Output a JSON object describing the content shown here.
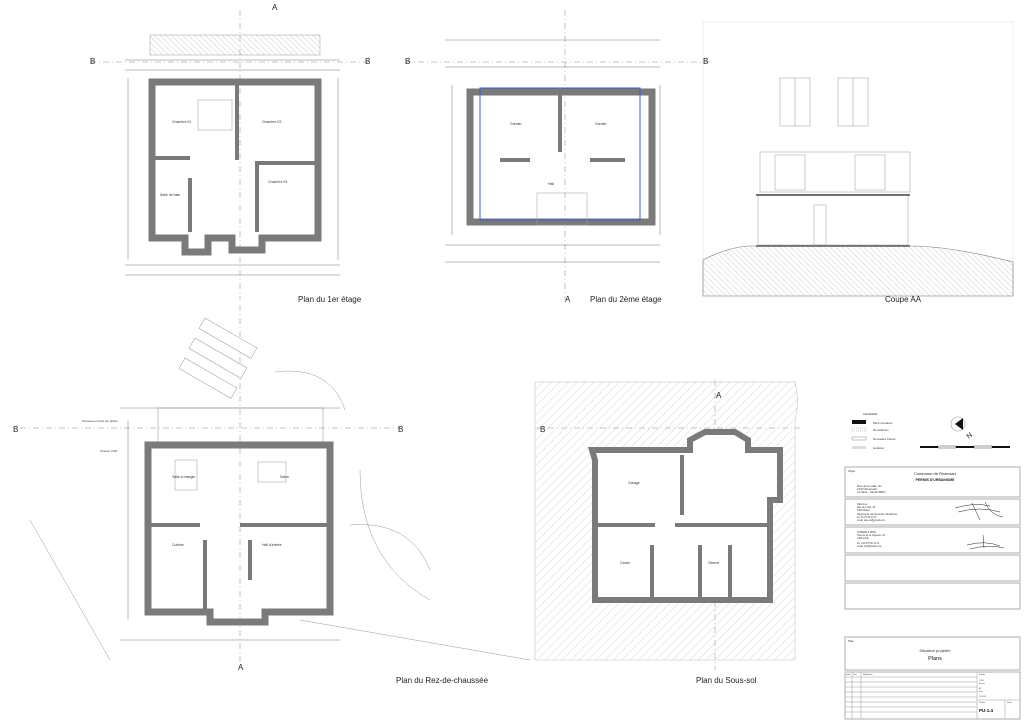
{
  "sheet": {
    "views": {
      "plan_1er": "Plan du 1er étage",
      "plan_2eme": "Plan du 2ème étage",
      "coupe": "Coupe AA",
      "plan_rdc": "Plan du Rez-de-chaussée",
      "plan_ss": "Plan du Sous-sol"
    },
    "section_marks": {
      "a": "A",
      "b": "B"
    },
    "rooms_1er": [
      "Chambre 01",
      "Chambre 02",
      "Chambre 03",
      "Salle de bain"
    ],
    "rooms_2eme": [
      "Grenier",
      "Grenier",
      "Hall"
    ],
    "rooms_rdc": [
      "Salle à manger",
      "Salon",
      "Cuisine",
      "Hall d'entrée"
    ],
    "rooms_ss": [
      "Garage",
      "Caves",
      "Citerne"
    ],
    "rdc_side_notes": [
      "Terrasse en bois sur pilotis",
      "Chemin 0.0P"
    ]
  },
  "legend": {
    "title": "LEGENDE",
    "items": [
      "Murs existants",
      "Démolitions",
      "Nouvelles Parois",
      "Isolation"
    ],
    "north": "N"
  },
  "title_block": {
    "project_label": "Objet",
    "commune": "Commune de Rixensart",
    "permit": "PERMIS D'URBANISME",
    "owner_lines": [
      "Rue de la Haie, 51",
      "1332 Rixensart",
      "Localité - 02/41/28/27"
    ],
    "architect_lines": [
      "CELIA sa",
      "Rue de Limal, 32",
      "1300 Wavre",
      "Représenté par Alexandre Vandamme",
      "tél. 04 75 60 14 11",
      "email: alex.va@gmail.com"
    ],
    "contractor_lines": [
      "TANDEM & SPRL",
      "Chemin de la Juguette, 25",
      "1300 Limal",
      "tél. +32 475 60 14 11",
      "email: info@tandem.be"
    ],
    "plan_label": "Plan",
    "plan_subtitle": "Situation projetée",
    "plan_title": "Plans",
    "revision_headers": [
      "Indice",
      "Date",
      "Modification"
    ],
    "scale_label": "Echelle",
    "scale": "1/100",
    "format_label": "Format",
    "format": "A3",
    "date_label": "Date",
    "date": "21.09.18",
    "plan_no_label": "N° plan",
    "plan_no": "PU-1.4",
    "index_label": "Indice"
  }
}
